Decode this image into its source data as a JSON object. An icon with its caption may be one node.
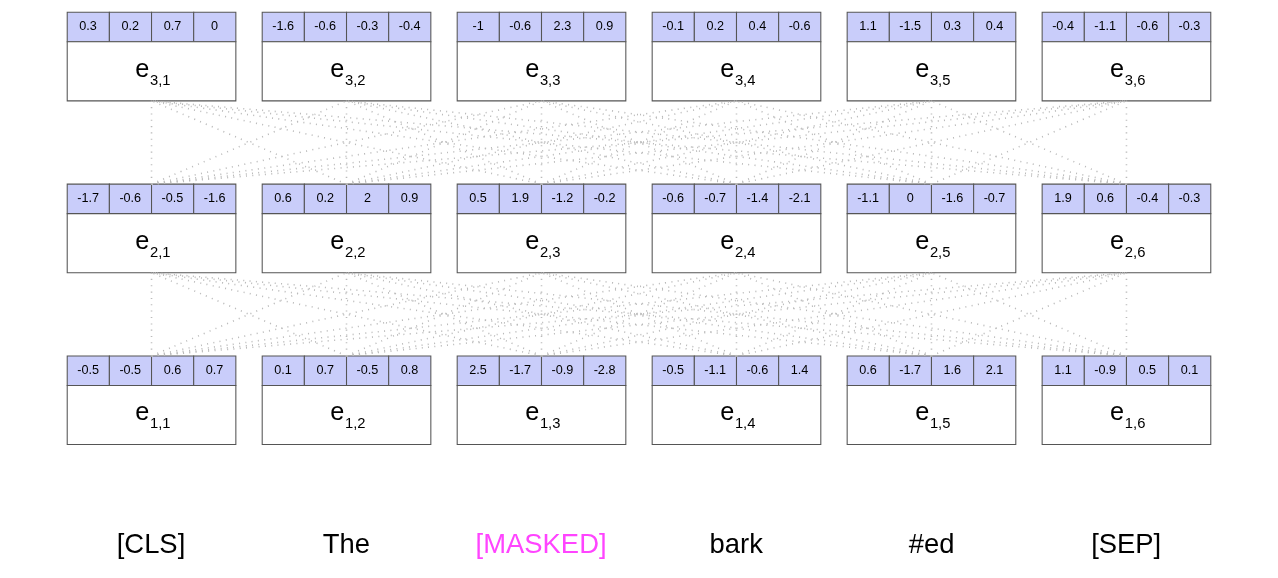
{
  "diagram": {
    "nodes": [
      {
        "text": [
          "e$_{3,1}$"
        ],
        "beside": [
          "0.3",
          "0.2",
          "0.7",
          "0"
        ]
      },
      {
        "text": [
          "e$_{3,2}$"
        ],
        "beside": [
          "-1.6",
          "-0.6",
          "-0.3",
          "-0.4"
        ]
      },
      {
        "text": [
          "e$_{3,3}$"
        ],
        "beside": [
          "-1",
          "-0.6",
          "2.3",
          "0.9"
        ]
      },
      {
        "text": [
          "e$_{3,4}$"
        ],
        "beside": [
          "-0.1",
          "0.2",
          "0.4",
          "-0.6"
        ]
      },
      {
        "text": [
          "e$_{3,5}$"
        ],
        "beside": [
          "1.1",
          "-1.5",
          "0.3",
          "0.4"
        ]
      },
      {
        "text": [
          "e$_{3,6}$"
        ],
        "beside": [
          "-0.4",
          "-1.1",
          "-0.6",
          "-0.3"
        ]
      },
      {
        "text": [
          "e$_{2,1}$"
        ],
        "beside": [
          "-1.7",
          "-0.6",
          "-0.5",
          "-1.6"
        ]
      },
      {
        "text": [
          "e$_{2,2}$"
        ],
        "beside": [
          "0.6",
          "0.2",
          "2",
          "0.9"
        ]
      },
      {
        "text": [
          "e$_{2,3}$"
        ],
        "beside": [
          "0.5",
          "1.9",
          "-1.2",
          "-0.2"
        ]
      },
      {
        "text": [
          "e$_{2,4}$"
        ],
        "beside": [
          "-0.6",
          "-0.7",
          "-1.4",
          "-2.1"
        ]
      },
      {
        "text": [
          "e$_{2,5}$"
        ],
        "beside": [
          "-1.1",
          "0",
          "-1.6",
          "-0.7"
        ]
      },
      {
        "text": [
          "e$_{2,6}$"
        ],
        "beside": [
          "1.9",
          "0.6",
          "-0.4",
          "-0.3"
        ]
      },
      {
        "text": [
          "e$_{1,1}$"
        ],
        "beside": [
          "-0.5",
          "-0.5",
          "0.6",
          "0.7"
        ]
      },
      {
        "text": [
          "e$_{1,2}$"
        ],
        "beside": [
          "0.1",
          "0.7",
          "-0.5",
          "0.8"
        ]
      },
      {
        "text": [
          "e$_{1,3}$"
        ],
        "beside": [
          "2.5",
          "-1.7",
          "-0.9",
          "-2.8"
        ]
      },
      {
        "text": [
          "e$_{1,4}$"
        ],
        "beside": [
          "-0.5",
          "-1.1",
          "-0.6",
          "1.4"
        ]
      },
      {
        "text": [
          "e$_{1,5}$"
        ],
        "beside": [
          "0.6",
          "-1.7",
          "1.6",
          "2.1"
        ]
      },
      {
        "text": [
          "e$_{1,6}$"
        ],
        "beside": [
          "1.1",
          "-0.9",
          "0.5",
          "0.1"
        ]
      }
    ],
    "edges": [
      {
        "from": 12,
        "to": 6,
        "arrow": "none"
      },
      {
        "from": 12,
        "to": 7,
        "arrow": "none"
      },
      {
        "from": 12,
        "to": 8,
        "arrow": "none"
      },
      {
        "from": 12,
        "to": 9,
        "arrow": "none"
      },
      {
        "from": 12,
        "to": 10,
        "arrow": "none"
      },
      {
        "from": 12,
        "to": 11,
        "arrow": "none"
      },
      {
        "from": 13,
        "to": 6,
        "arrow": "none"
      },
      {
        "from": 13,
        "to": 7,
        "arrow": "none"
      },
      {
        "from": 13,
        "to": 8,
        "arrow": "none"
      },
      {
        "from": 13,
        "to": 9,
        "arrow": "none"
      },
      {
        "from": 13,
        "to": 10,
        "arrow": "none"
      },
      {
        "from": 13,
        "to": 11,
        "arrow": "none"
      },
      {
        "from": 14,
        "to": 6,
        "arrow": "none"
      },
      {
        "from": 14,
        "to": 7,
        "arrow": "none"
      },
      {
        "from": 14,
        "to": 8,
        "arrow": "none"
      },
      {
        "from": 14,
        "to": 9,
        "arrow": "none"
      },
      {
        "from": 14,
        "to": 10,
        "arrow": "none"
      },
      {
        "from": 14,
        "to": 11,
        "arrow": "none"
      },
      {
        "from": 15,
        "to": 6,
        "arrow": "none"
      },
      {
        "from": 15,
        "to": 7,
        "arrow": "none"
      },
      {
        "from": 15,
        "to": 8,
        "arrow": "none"
      },
      {
        "from": 15,
        "to": 9,
        "arrow": "none"
      },
      {
        "from": 15,
        "to": 10,
        "arrow": "none"
      },
      {
        "from": 15,
        "to": 11,
        "arrow": "none"
      },
      {
        "from": 16,
        "to": 6,
        "arrow": "none"
      },
      {
        "from": 16,
        "to": 7,
        "arrow": "none"
      },
      {
        "from": 16,
        "to": 8,
        "arrow": "none"
      },
      {
        "from": 16,
        "to": 9,
        "arrow": "none"
      },
      {
        "from": 16,
        "to": 10,
        "arrow": "none"
      },
      {
        "from": 16,
        "to": 11,
        "arrow": "none"
      },
      {
        "from": 17,
        "to": 6,
        "arrow": "none"
      },
      {
        "from": 17,
        "to": 7,
        "arrow": "none"
      },
      {
        "from": 17,
        "to": 8,
        "arrow": "none"
      },
      {
        "from": 17,
        "to": 9,
        "arrow": "none"
      },
      {
        "from": 17,
        "to": 10,
        "arrow": "none"
      },
      {
        "from": 17,
        "to": 11,
        "arrow": "none"
      },
      {
        "from": 6,
        "to": 0,
        "arrow": "none"
      },
      {
        "from": 6,
        "to": 1,
        "arrow": "none"
      },
      {
        "from": 6,
        "to": 2,
        "arrow": "none"
      },
      {
        "from": 6,
        "to": 3,
        "arrow": "none"
      },
      {
        "from": 6,
        "to": 4,
        "arrow": "none"
      },
      {
        "from": 6,
        "to": 5,
        "arrow": "none"
      },
      {
        "from": 7,
        "to": 0,
        "arrow": "none"
      },
      {
        "from": 7,
        "to": 1,
        "arrow": "none"
      },
      {
        "from": 7,
        "to": 2,
        "arrow": "none"
      },
      {
        "from": 7,
        "to": 3,
        "arrow": "none"
      },
      {
        "from": 7,
        "to": 4,
        "arrow": "none"
      },
      {
        "from": 7,
        "to": 5,
        "arrow": "none"
      },
      {
        "from": 8,
        "to": 0,
        "arrow": "none"
      },
      {
        "from": 8,
        "to": 1,
        "arrow": "none"
      },
      {
        "from": 8,
        "to": 2,
        "arrow": "none"
      },
      {
        "from": 8,
        "to": 3,
        "arrow": "none"
      },
      {
        "from": 8,
        "to": 4,
        "arrow": "none"
      },
      {
        "from": 8,
        "to": 5,
        "arrow": "none"
      },
      {
        "from": 9,
        "to": 0,
        "arrow": "none"
      },
      {
        "from": 9,
        "to": 1,
        "arrow": "none"
      },
      {
        "from": 9,
        "to": 2,
        "arrow": "none"
      },
      {
        "from": 9,
        "to": 3,
        "arrow": "none"
      },
      {
        "from": 9,
        "to": 4,
        "arrow": "none"
      },
      {
        "from": 9,
        "to": 5,
        "arrow": "none"
      },
      {
        "from": 10,
        "to": 0,
        "arrow": "none"
      },
      {
        "from": 10,
        "to": 1,
        "arrow": "none"
      },
      {
        "from": 10,
        "to": 2,
        "arrow": "none"
      },
      {
        "from": 10,
        "to": 3,
        "arrow": "none"
      },
      {
        "from": 10,
        "to": 4,
        "arrow": "none"
      },
      {
        "from": 10,
        "to": 5,
        "arrow": "none"
      },
      {
        "from": 11,
        "to": 0,
        "arrow": "none"
      },
      {
        "from": 11,
        "to": 1,
        "arrow": "none"
      },
      {
        "from": 11,
        "to": 2,
        "arrow": "none"
      },
      {
        "from": 11,
        "to": 3,
        "arrow": "none"
      },
      {
        "from": 11,
        "to": 4,
        "arrow": "none"
      },
      {
        "from": 11,
        "to": 5,
        "arrow": "none"
      }
    ],
    "labels": [
      "[CLS]",
      "The",
      "[MASKED]",
      "bark",
      "#ed",
      "[SEP]"
    ]
  }
}
